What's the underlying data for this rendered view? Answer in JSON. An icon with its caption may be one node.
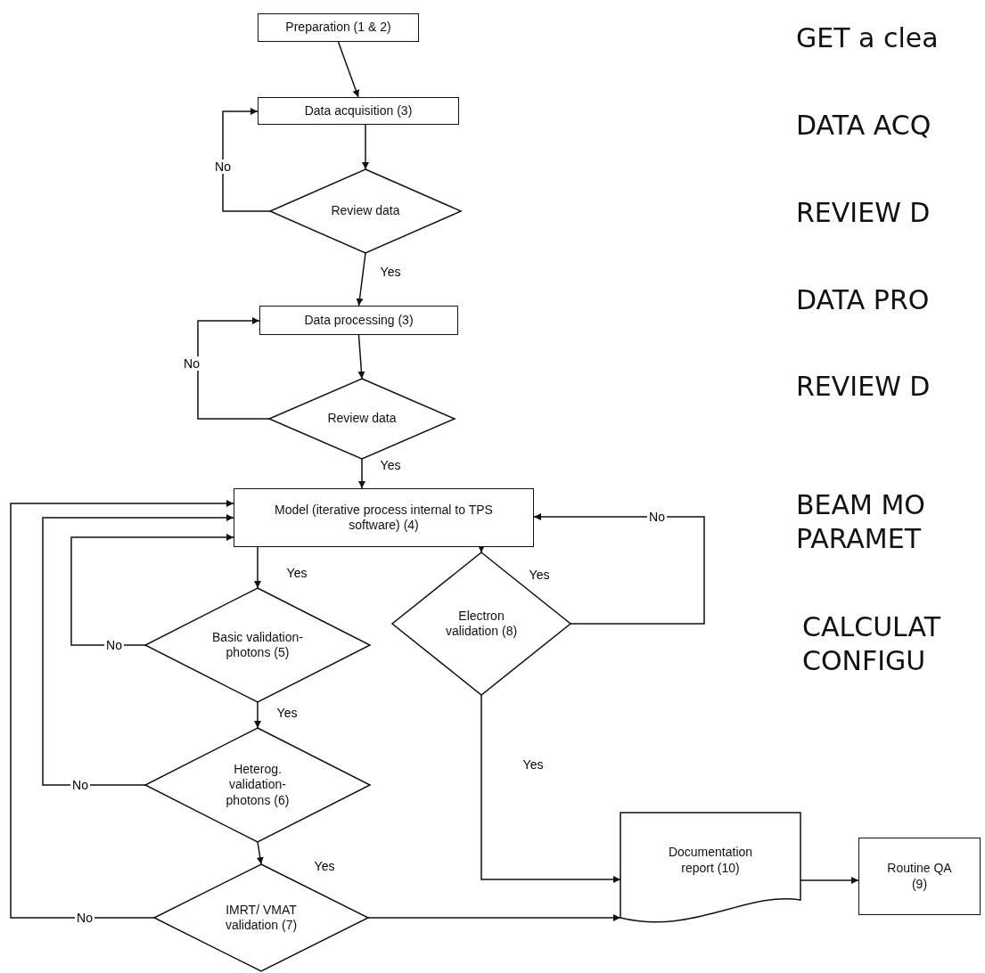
{
  "diagram": {
    "nodes": [
      {
        "text": [
          "Preparation (1 & 2)"
        ]
      },
      {
        "text": [
          "Data acquisition (3)"
        ]
      },
      {
        "text": [
          "Review data"
        ]
      },
      {
        "text": [
          "Data processing (3)"
        ]
      },
      {
        "text": [
          "Review data"
        ]
      },
      {
        "text": [
          "Model (iterative process internal to TPS software) (4)"
        ]
      },
      {
        "text": [
          "Basic validation-photons (5)"
        ]
      },
      {
        "text": [
          "Electron validation (8)"
        ]
      },
      {
        "text": [
          "Heterog. validation-photons (6)"
        ]
      },
      {
        "text": [
          "IMRT/ VMAT validation (7)"
        ]
      },
      {
        "text": [
          "Documentation report (10)"
        ]
      },
      {
        "text": [
          "Routine QA (9)"
        ]
      }
    ],
    "edges": [
      {
        "from": 0,
        "to": 1,
        "arrow": "to"
      },
      {
        "from": 1,
        "to": 2,
        "arrow": "to"
      },
      {
        "from": 2,
        "to": 1,
        "arrow": "to",
        "label": "No"
      },
      {
        "from": 2,
        "to": 3,
        "arrow": "to",
        "label": "Yes"
      },
      {
        "from": 3,
        "to": 4,
        "arrow": "to"
      },
      {
        "from": 4,
        "to": 3,
        "arrow": "to",
        "label": "No"
      },
      {
        "from": 4,
        "to": 5,
        "arrow": "to",
        "label": "Yes"
      },
      {
        "from": 5,
        "to": 6,
        "arrow": "to",
        "label": "Yes"
      },
      {
        "from": 5,
        "to": 7,
        "arrow": "to",
        "label": "Yes"
      },
      {
        "from": 6,
        "to": 5,
        "arrow": "to",
        "label": "No"
      },
      {
        "from": 6,
        "to": 8,
        "arrow": "to",
        "label": "Yes"
      },
      {
        "from": 7,
        "to": 5,
        "arrow": "to",
        "label": "No"
      },
      {
        "from": 8,
        "to": 5,
        "arrow": "to",
        "label": "No"
      },
      {
        "from": 8,
        "to": 9,
        "arrow": "to",
        "label": "Yes"
      },
      {
        "from": 7,
        "to": 10,
        "arrow": "to",
        "label": "Yes"
      },
      {
        "from": 9,
        "to": 5,
        "arrow": "to",
        "label": "No"
      },
      {
        "from": 9,
        "to": 10,
        "arrow": "to"
      },
      {
        "from": 10,
        "to": 11,
        "arrow": "to"
      }
    ],
    "labels": [
      "GET a clea",
      "DATA ACQ",
      "REVIEW D",
      "DATA PRO",
      "REVIEW D",
      "BEAM MO PARAMET",
      "CALCULAT CONFIGU"
    ]
  }
}
